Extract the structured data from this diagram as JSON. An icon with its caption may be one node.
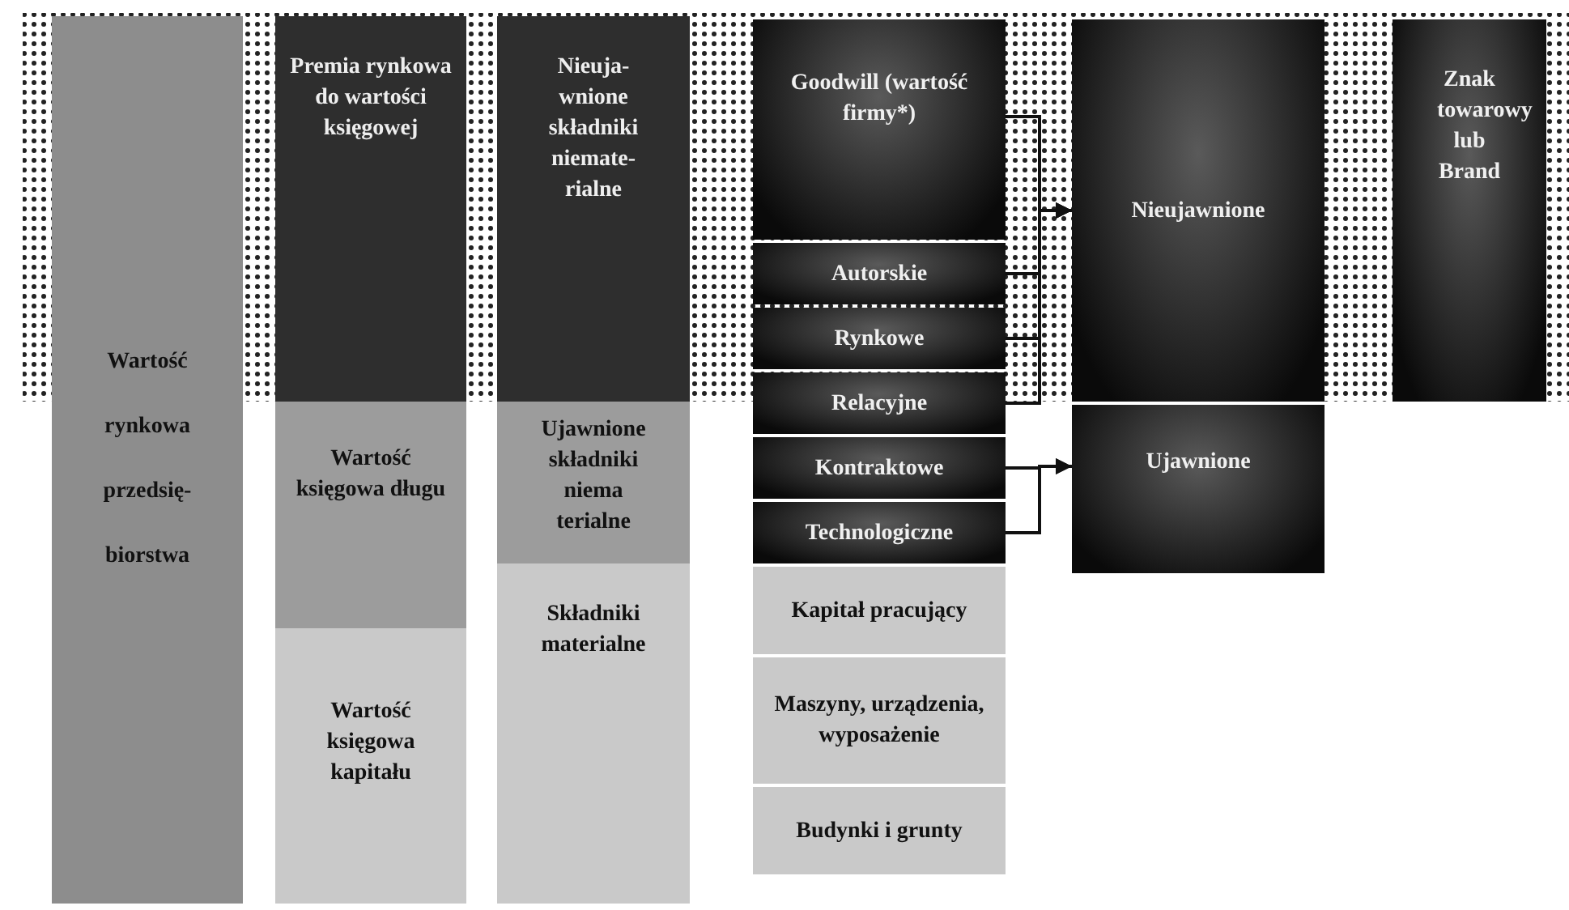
{
  "diagram": {
    "nodes": [
      {
        "text": [
          "Wartość rynkowa przedsię-biorstwa"
        ]
      },
      {
        "text": [
          "Premia rynkowa do wartości księgowej"
        ]
      },
      {
        "text": [
          "Wartość księgowa długu"
        ]
      },
      {
        "text": [
          "Wartość księgowa kapitału"
        ]
      },
      {
        "text": [
          "Nieuja-wnione składniki niemate-rialne"
        ]
      },
      {
        "text": [
          "Ujawnione składniki niema terialne"
        ]
      },
      {
        "text": [
          "Składniki materialne"
        ]
      },
      {
        "text": [
          "Goodwill (wartość firmy*)"
        ]
      },
      {
        "text": [
          "Autorskie"
        ]
      },
      {
        "text": [
          "Rynkowe"
        ]
      },
      {
        "text": [
          "Relacyjne"
        ]
      },
      {
        "text": [
          "Kontraktowe"
        ]
      },
      {
        "text": [
          "Technologiczne"
        ]
      },
      {
        "text": [
          "Kapitał pracujący"
        ]
      },
      {
        "text": [
          "Maszyny, urządzenia, wyposażenie"
        ]
      },
      {
        "text": [
          "Budynki i grunty"
        ]
      },
      {
        "text": [
          "Nieujawnione"
        ]
      },
      {
        "text": [
          "Ujawnione"
        ]
      },
      {
        "text": [
          "Znak towarowy lub Brand"
        ]
      }
    ],
    "edges": [
      {
        "from": 7,
        "to": 16,
        "arrow": "to"
      },
      {
        "from": 8,
        "to": 16,
        "arrow": "to"
      },
      {
        "from": 9,
        "to": 16,
        "arrow": "to"
      },
      {
        "from": 10,
        "to": 16,
        "arrow": "to"
      },
      {
        "from": 11,
        "to": 17,
        "arrow": "to"
      },
      {
        "from": 12,
        "to": 17,
        "arrow": "to"
      }
    ]
  }
}
